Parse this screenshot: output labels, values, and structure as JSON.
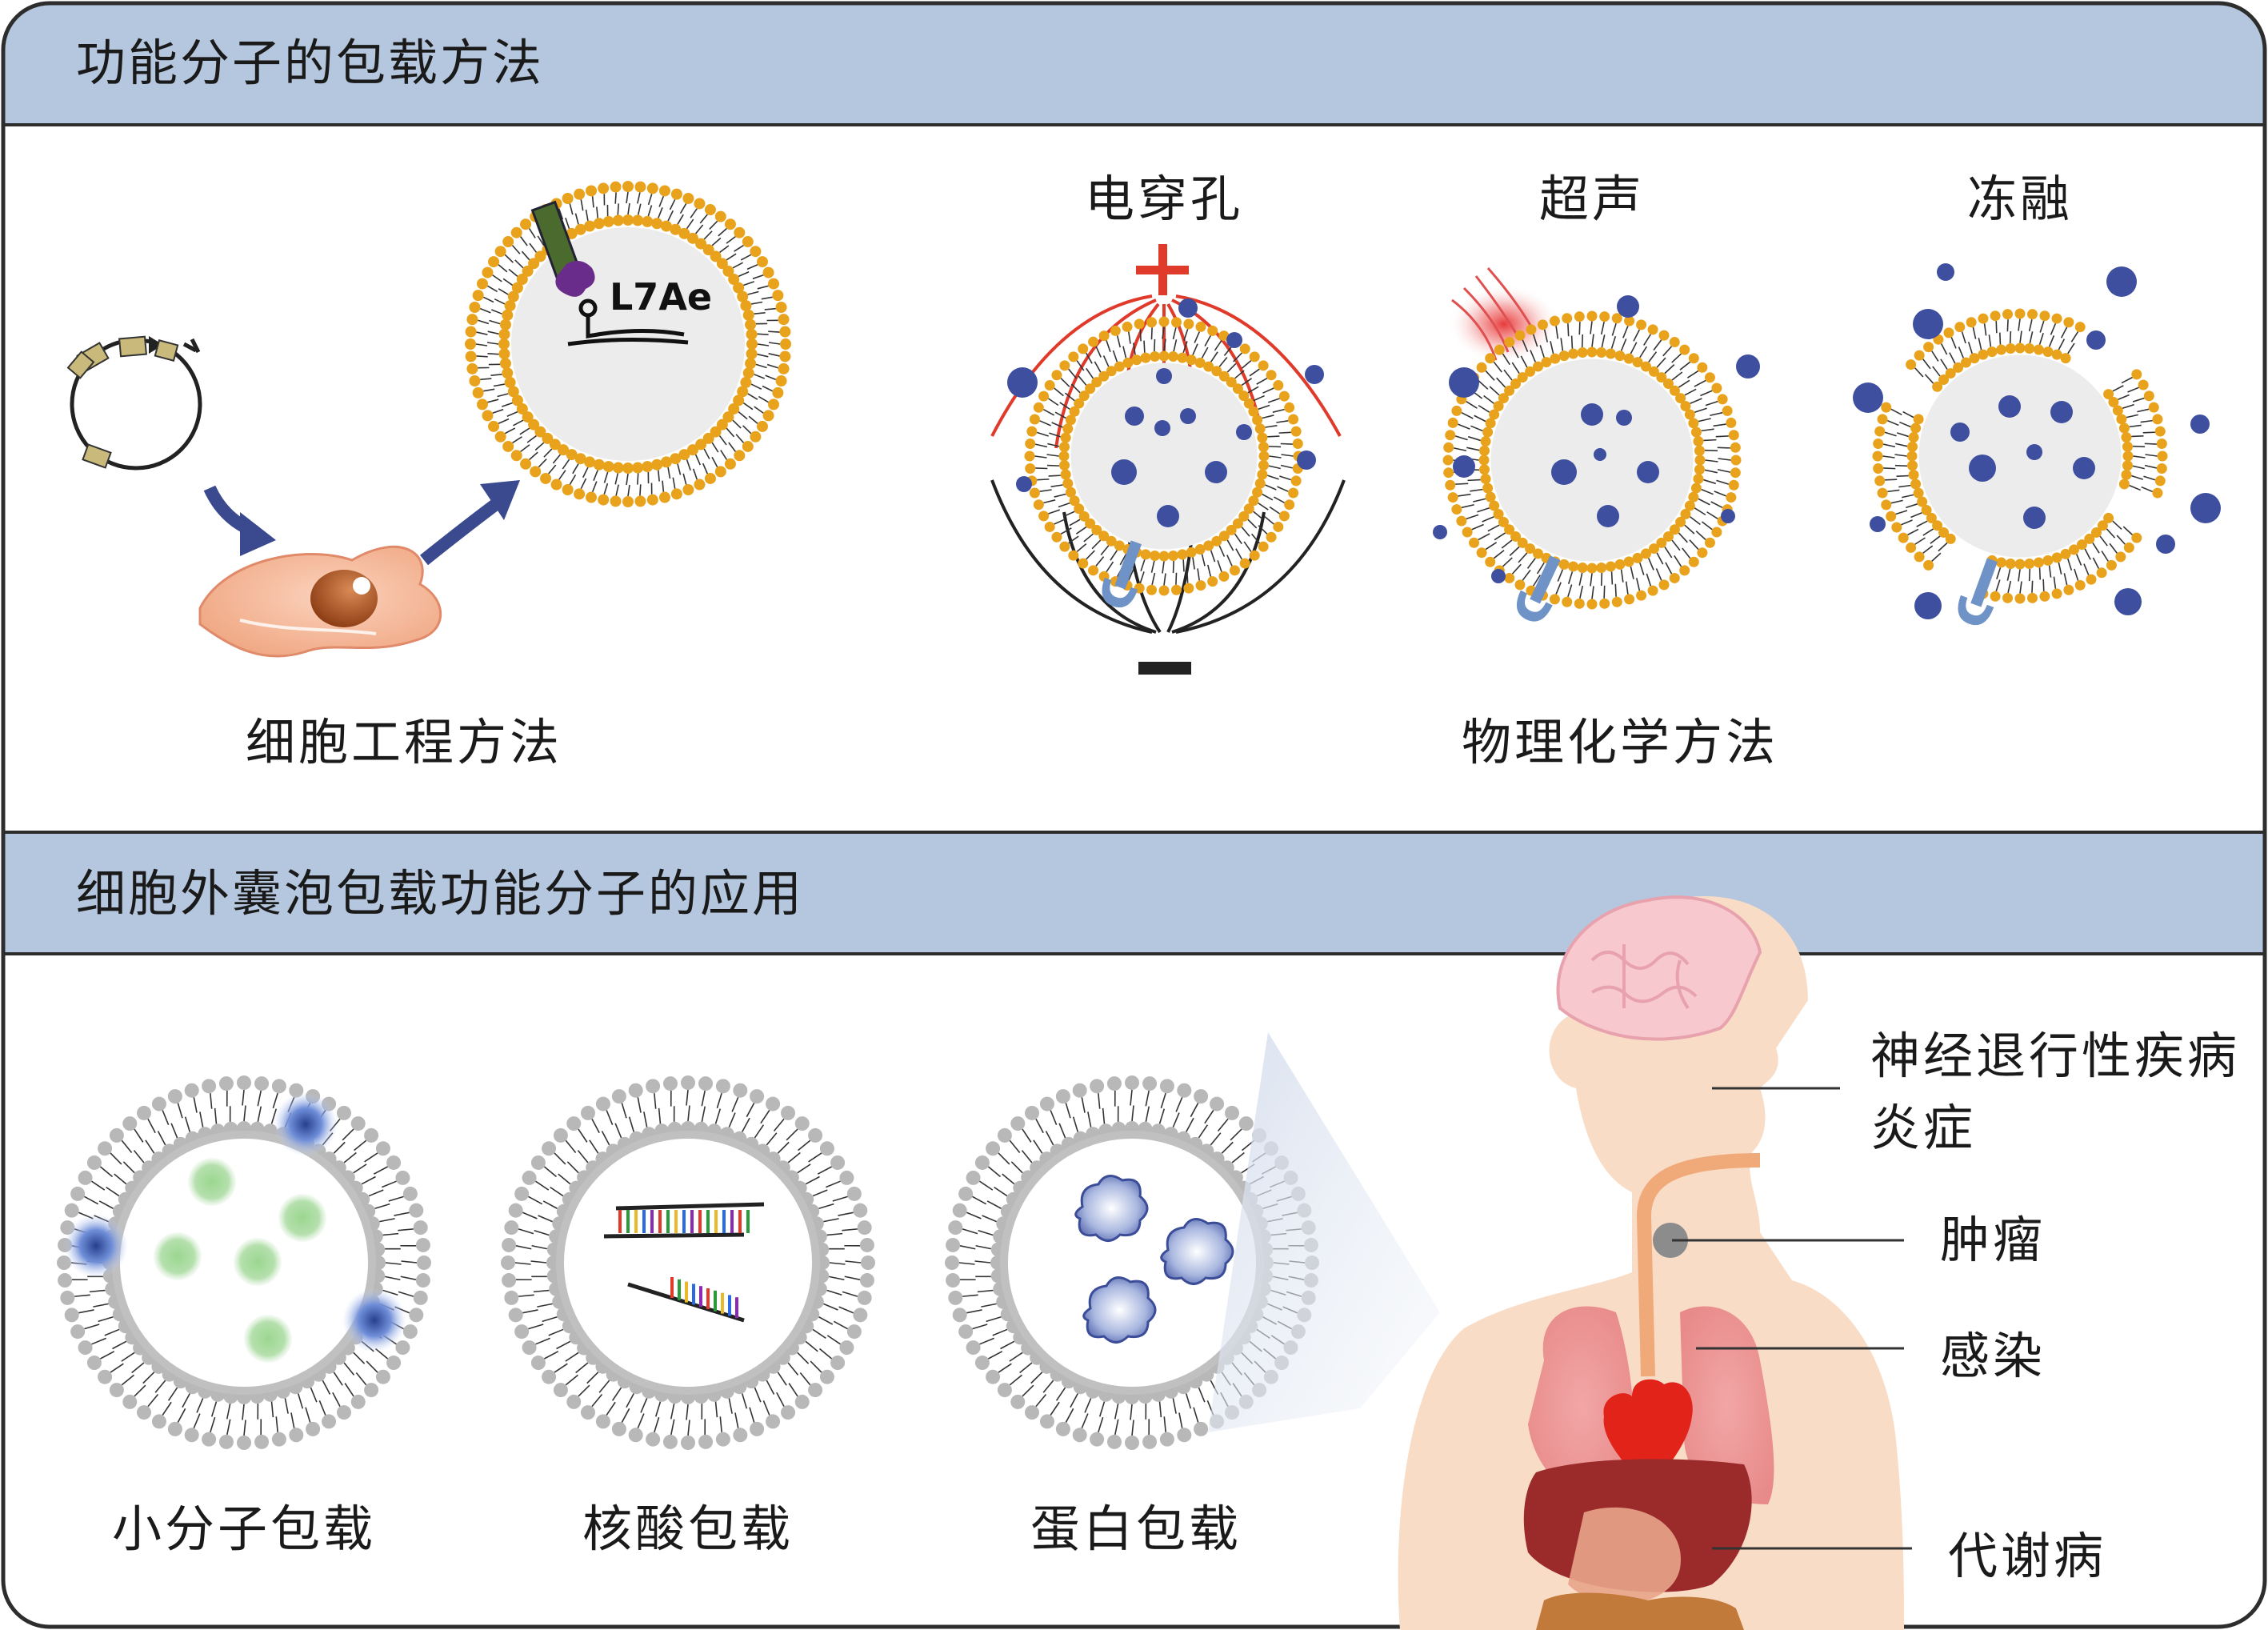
{
  "panel_top": {
    "title": "功能分子的包载方法",
    "cell_engineering": {
      "protein_tag": "L7Ae",
      "caption": "细胞工程方法"
    },
    "physicochemical": {
      "methods": [
        "电穿孔",
        "超声",
        "冻融"
      ],
      "caption": "物理化学方法",
      "electrode_positive": "+",
      "electrode_negative": "−"
    }
  },
  "panel_bottom": {
    "title": "细胞外囊泡包载功能分子的应用",
    "cargo_types": [
      "小分子包载",
      "核酸包载",
      "蛋白包载"
    ],
    "diseases": {
      "neuro": "神经退行性疾病",
      "inflammation": "炎症",
      "tumor": "肿瘤",
      "infection": "感染",
      "metabolic": "代谢病"
    }
  },
  "colors": {
    "header_bg": "#b5c7de",
    "frame": "#2d2d2d",
    "lipid_head_gold": "#e9a21b",
    "lipid_head_grey": "#b8b8b8",
    "cargo_blue": "#3f4fa0",
    "electro_red": "#e03a2a",
    "cargo_green": "#9ed39a",
    "skin": "#f9dcc6",
    "heart": "#e2231a",
    "liver": "#9b2a2a"
  }
}
